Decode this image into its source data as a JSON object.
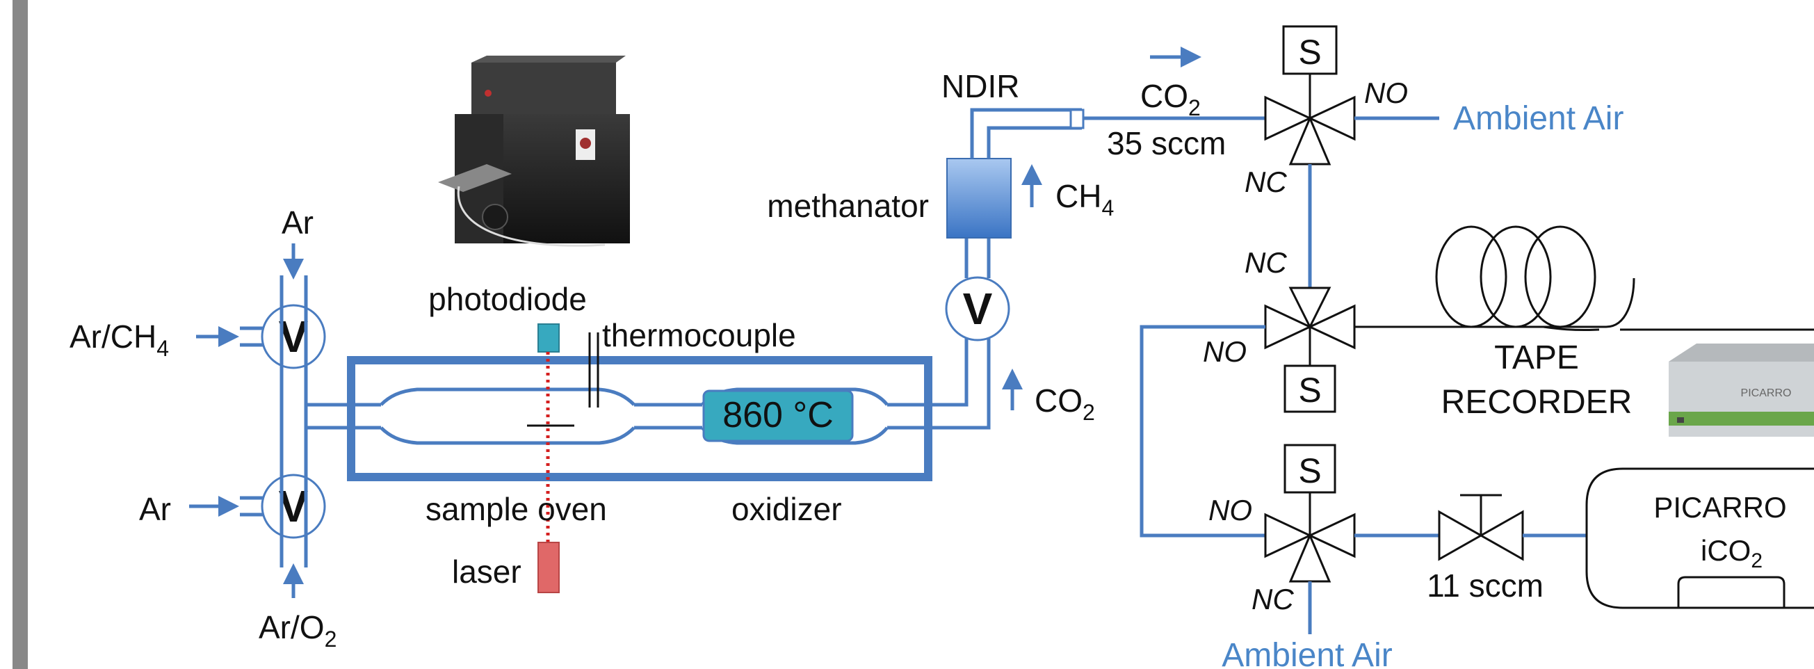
{
  "colors": {
    "pipe": "#4a7cc0",
    "label_blue": "#4a86c8",
    "oxidizer_fill": "#37a9bf",
    "methanator_fill": "#4a86d0",
    "laser_fill": "#e06868",
    "photodiode_fill": "#37a9bf",
    "beam": "#d42020"
  },
  "labels": {
    "ar_top": "Ar",
    "ar_ch4": "Ar/CH",
    "ar_ch4_sub": "4",
    "ar_mid": "Ar",
    "ar_o2": "Ar/O",
    "ar_o2_sub": "2",
    "valve_v": "V",
    "photodiode": "photodiode",
    "thermocouple": "thermocouple",
    "oxidizer_temp": "860 °C",
    "sample_oven": "sample oven",
    "oxidizer": "oxidizer",
    "laser": "laser",
    "methanator": "methanator",
    "ch4": "CH",
    "ch4_sub": "4",
    "co2_return": "CO",
    "co2_return_sub": "2",
    "ndir": "NDIR",
    "co2_flow": "CO",
    "co2_flow_sub": "2",
    "flow_35": "35 sccm",
    "s": "S",
    "no": "NO",
    "nc": "NC",
    "ambient_air_top": "Ambient Air",
    "ambient_air_bottom": "Ambient Air",
    "tape_line1": "TAPE",
    "tape_line2": "RECORDER",
    "flow_11": "11 sccm",
    "picarro_line1": "PICARRO",
    "picarro_line2": "iCO",
    "picarro_line2_sub": "2",
    "picarro_device_brand": "PICARRO"
  },
  "icons": [
    "elemental-analyzer-photo",
    "picarro-analyzer-photo",
    "tape-coil-icon",
    "solenoid-valve-icon",
    "needle-valve-icon",
    "flow-arrow-icon"
  ]
}
